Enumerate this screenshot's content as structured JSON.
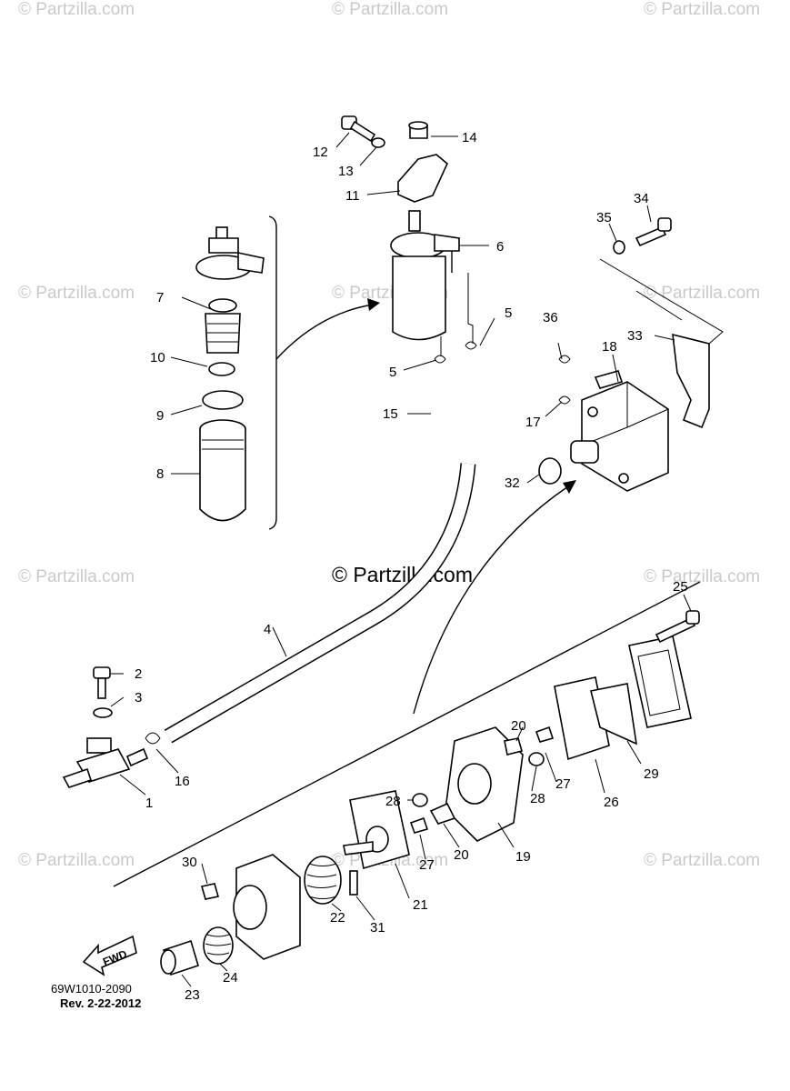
{
  "watermark": "© Partzilla.com",
  "center_watermark": "© Partzilla.com",
  "fwd_label": "FWD",
  "footer": {
    "code": "69W1010-2090",
    "rev": "Rev.  2-22-2012"
  },
  "callouts": {
    "c1": "1",
    "c2": "2",
    "c3": "3",
    "c4": "4",
    "c5a": "5",
    "c5b": "5",
    "c6": "6",
    "c7": "7",
    "c8": "8",
    "c9": "9",
    "c10": "10",
    "c11": "11",
    "c12": "12",
    "c13": "13",
    "c14": "14",
    "c15": "15",
    "c16": "16",
    "c17": "17",
    "c18": "18",
    "c19": "19",
    "c20a": "20",
    "c20b": "20",
    "c21": "21",
    "c22": "22",
    "c23": "23",
    "c24": "24",
    "c25": "25",
    "c26": "26",
    "c27a": "27",
    "c27b": "27",
    "c28a": "28",
    "c28b": "28",
    "c29": "29",
    "c30": "30",
    "c31": "31",
    "c32": "32",
    "c33": "33",
    "c34": "34",
    "c35": "35",
    "c36": "36"
  }
}
